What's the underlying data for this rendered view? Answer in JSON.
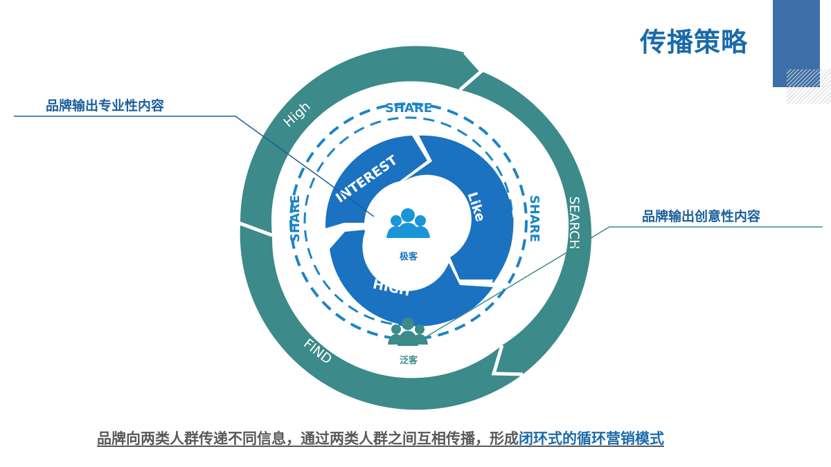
{
  "header": {
    "title": "传播策略"
  },
  "callouts": {
    "left": "品牌输出专业性内容",
    "right": "品牌输出创意性内容"
  },
  "diagram": {
    "outer_ring": {
      "top_left": "High",
      "right": "SEARCH",
      "bottom_left": "FIND",
      "color": "#3c8a8a"
    },
    "share_ring": {
      "top": "SHARE",
      "left": "SHARE",
      "right": "SHARE",
      "color": "#1b84c7"
    },
    "inner_segments": {
      "interest": "INTEREST",
      "like": "Like",
      "high": "HIGH",
      "color": "#1a72c0"
    },
    "center": {
      "label": "极客",
      "icon": "people-group-icon"
    },
    "bottom_node": {
      "label": "泛客",
      "icon": "people-group-icon"
    }
  },
  "footer": {
    "text_plain": "品牌向两类人群传递不同信息，通过两类人群之间互相传播，形成",
    "text_highlight": "闭环式的循环营销模式"
  }
}
